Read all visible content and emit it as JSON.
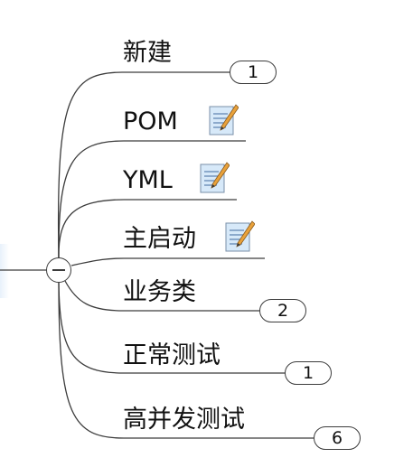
{
  "diagram": {
    "nodes": [
      {
        "id": "xinjian",
        "label": "新建",
        "count": "1",
        "note": false
      },
      {
        "id": "pom",
        "label": "POM",
        "count": null,
        "note": true
      },
      {
        "id": "yml",
        "label": "YML",
        "count": null,
        "note": true
      },
      {
        "id": "zhuqidong",
        "label": "主启动",
        "count": null,
        "note": true
      },
      {
        "id": "yewulei",
        "label": "业务类",
        "count": "2",
        "note": false
      },
      {
        "id": "zhengchangceshi",
        "label": "正常测试",
        "count": "1",
        "note": false
      },
      {
        "id": "gaobingfaceshi",
        "label": "高并发测试",
        "count": "6",
        "note": false
      }
    ],
    "icons": {
      "note": "note-edit-icon",
      "collapse": "minus-circle-icon"
    },
    "colors": {
      "line": "#3c3c3c",
      "text": "#111111",
      "note_paper": "#d7e9f9",
      "pencil": "#e9a23b"
    }
  }
}
